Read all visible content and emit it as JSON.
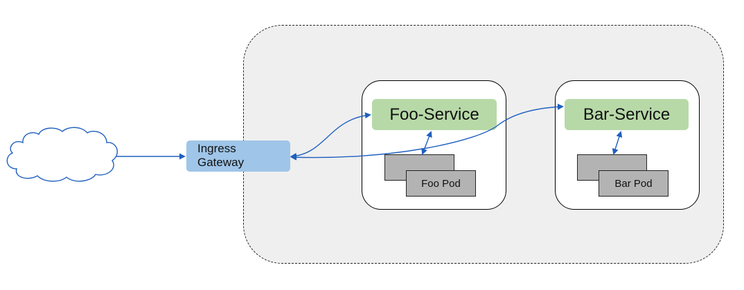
{
  "diagram": {
    "gateway": {
      "line1": "Ingress",
      "line2": "Gateway"
    },
    "services": {
      "foo": {
        "label": "Foo-Service",
        "pod_label": "Foo Pod"
      },
      "bar": {
        "label": "Bar-Service",
        "pod_label": "Bar Pod"
      }
    },
    "colors": {
      "cluster_fill": "#efefef",
      "service_label_fill": "#b7d9a8",
      "gateway_fill": "#9fc5e8",
      "pod_fill": "#b3b3b3",
      "arrow": "#1f5fbf"
    },
    "icons": [
      "cloud-icon"
    ]
  }
}
